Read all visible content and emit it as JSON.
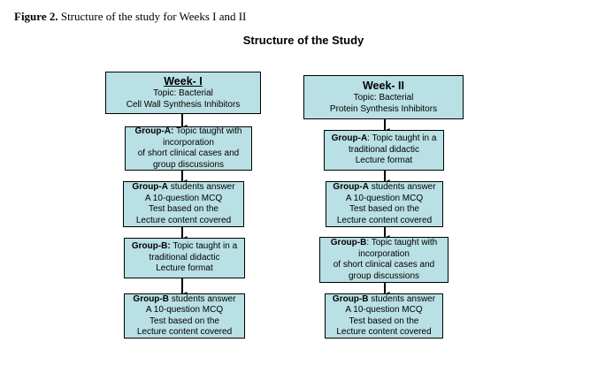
{
  "caption": {
    "label": "Figure 2.",
    "text": " Structure of the study for Weeks I and II"
  },
  "title": "Structure of the Study",
  "week1": {
    "heading": "Week- I",
    "topic_line1": "Topic: Bacterial",
    "topic_line2": "Cell Wall Synthesis Inhibitors",
    "step1": {
      "bold": "Group-A:",
      "l1": " Topic taught with",
      "l2": "incorporation",
      "l3": "of short clinical cases and",
      "l4": "group discussions"
    },
    "step2": {
      "bold": "Group-A",
      "l1": " students answer",
      "l2": "A 10-question MCQ",
      "l3": "Test based on the",
      "l4": "Lecture content covered"
    },
    "step3": {
      "bold": "Group-B:",
      "l1": " Topic taught in a",
      "l2": "traditional didactic",
      "l3": "Lecture format"
    },
    "step4": {
      "bold": "Group-B",
      "l1": " students answer",
      "l2": "A 10-question MCQ",
      "l3": "Test based on the",
      "l4": "Lecture content covered"
    }
  },
  "week2": {
    "heading": "Week- II",
    "topic_line1": "Topic: Bacterial",
    "topic_line2": "Protein Synthesis Inhibitors",
    "step1": {
      "bold": "Group-A",
      "l1": ": Topic taught in a",
      "l2": "traditional didactic",
      "l3": "Lecture format"
    },
    "step2": {
      "bold": "Group-A",
      "l1": " students answer",
      "l2": "A 10-question MCQ",
      "l3": "Test based on the",
      "l4": "Lecture content covered"
    },
    "step3": {
      "bold": "Group-B",
      "l1": ": Topic taught with",
      "l2": "incorporation",
      "l3": "of short clinical cases and",
      "l4": "group discussions"
    },
    "step4": {
      "bold": "Group-B",
      "l1": " students answer",
      "l2": "A 10-question MCQ",
      "l3": "Test based on the",
      "l4": "Lecture content covered"
    }
  },
  "colors": {
    "box_fill": "#b9e0e4",
    "box_border": "#000000",
    "arrow": "#000000"
  }
}
